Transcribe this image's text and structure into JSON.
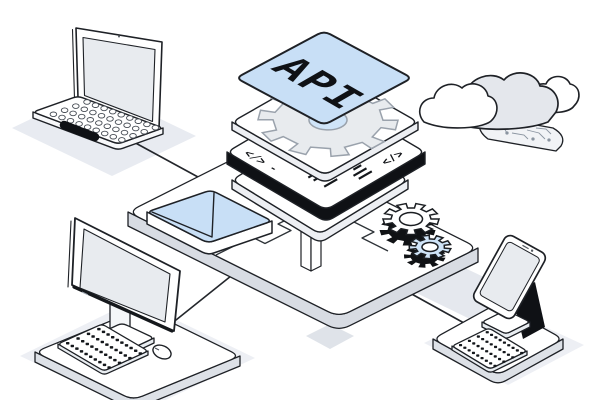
{
  "illustration": {
    "api_label": "API",
    "code_left": "</> -",
    "code_right": "</>",
    "parts": {
      "laptop": "laptop",
      "cloud": "cloud-computing",
      "desktop": "desktop-computer",
      "smartphone": "smartphone-workstation",
      "envelope": "mail-message",
      "gears": "gears",
      "platform": "puzzle-integration-platform",
      "stack": "api-layer-stack"
    }
  },
  "colors": {
    "background": "#ffffff",
    "outline": "#1e2126",
    "accent_blue": "#c8dff6",
    "accent_blue_soft": "#cfe4f8",
    "screen_gray": "#e8ebef",
    "side_gray": "#d8dce3",
    "slab_side": "#edeff3",
    "shadow": "#e8ebf1",
    "ink": "#0f1115"
  }
}
